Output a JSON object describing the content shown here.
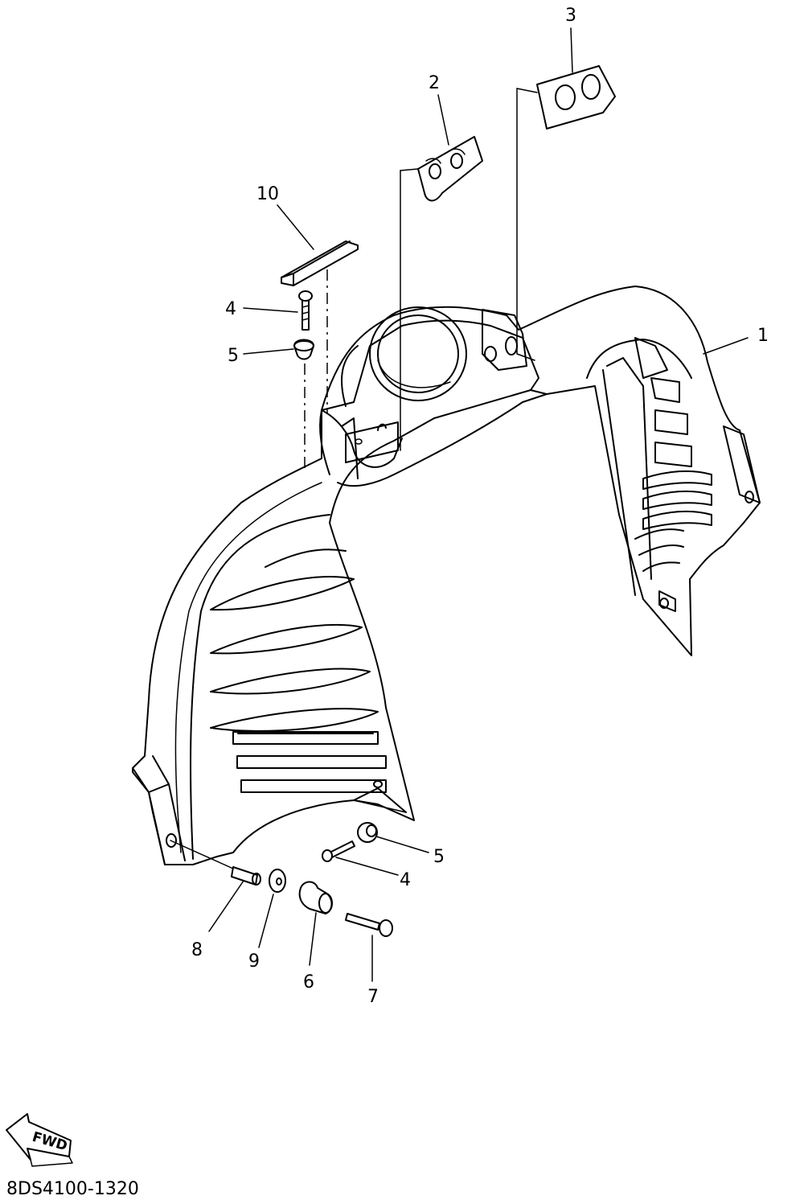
{
  "diagram": {
    "drawing_code": "8DS4100-1320",
    "direction_marker": {
      "icon": "fwd-arrow-icon",
      "label": "FWD"
    },
    "callouts": [
      {
        "number": "1",
        "part": "inner-panel"
      },
      {
        "number": "2",
        "part": "bracket-small"
      },
      {
        "number": "3",
        "part": "bracket-large"
      },
      {
        "number": "4",
        "part": "screw-upper"
      },
      {
        "number": "5",
        "part": "grommet-upper"
      },
      {
        "number": "10",
        "part": "seal-strip"
      },
      {
        "number": "5",
        "part": "grommet-lower"
      },
      {
        "number": "4",
        "part": "screw-lower"
      },
      {
        "number": "8",
        "part": "collar"
      },
      {
        "number": "9",
        "part": "washer"
      },
      {
        "number": "6",
        "part": "damper"
      },
      {
        "number": "7",
        "part": "bolt"
      }
    ]
  }
}
